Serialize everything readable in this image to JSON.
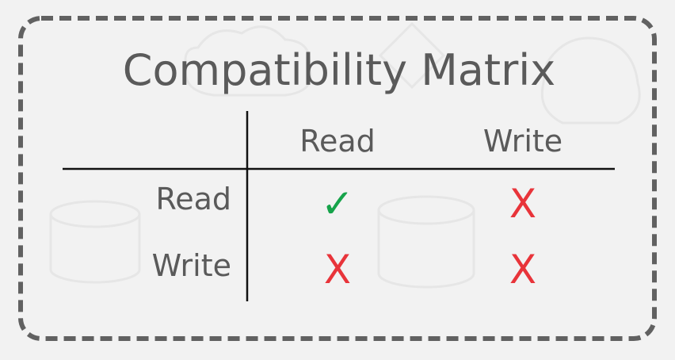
{
  "title": "Compatibility Matrix",
  "columns": [
    "Read",
    "Write"
  ],
  "rows": [
    {
      "label": "Read",
      "cells": [
        "check",
        "cross"
      ]
    },
    {
      "label": "Write",
      "cells": [
        "cross",
        "cross"
      ]
    }
  ],
  "symbols": {
    "check": {
      "glyph": "✓",
      "color": "#16a34a",
      "icon": "check-icon"
    },
    "cross": {
      "glyph": "X",
      "color": "#e8343a",
      "icon": "cross-icon"
    }
  },
  "colors": {
    "background": "#f2f2f2",
    "frame": "#616161",
    "text": "#5a5a5a",
    "grid": "#111111",
    "watermark": "#e6e6e6"
  }
}
